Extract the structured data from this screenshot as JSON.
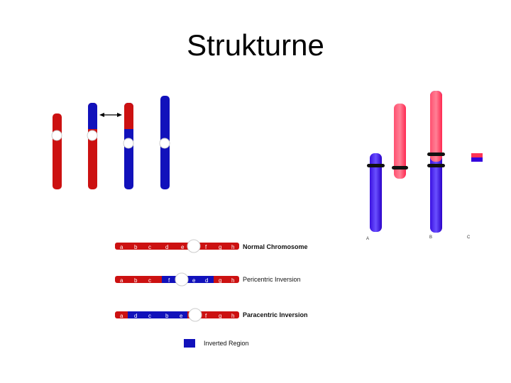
{
  "slide": {
    "title": "Strukturne"
  },
  "colors": {
    "red": "#cc1111",
    "blue": "#1111bb",
    "pink": "#ff3355",
    "violet": "#3300dd",
    "centromere": "#ffffff"
  },
  "inversion_diagram": {
    "rows": [
      {
        "label": "Normal Chromosome",
        "genes": [
          "a",
          "b",
          "c",
          "d",
          "e",
          "f",
          "g",
          "h"
        ]
      },
      {
        "label": "Pericentric Inversion",
        "genes": [
          "a",
          "b",
          "c",
          "f",
          "e",
          "d",
          "g",
          "h"
        ]
      },
      {
        "label": "Paracentric Inversion",
        "genes": [
          "a",
          "d",
          "c",
          "b",
          "e",
          "f",
          "g",
          "h"
        ]
      }
    ],
    "legend": {
      "label": "Inverted Region"
    }
  },
  "translocation_labels": [
    "A",
    "B",
    "C"
  ]
}
